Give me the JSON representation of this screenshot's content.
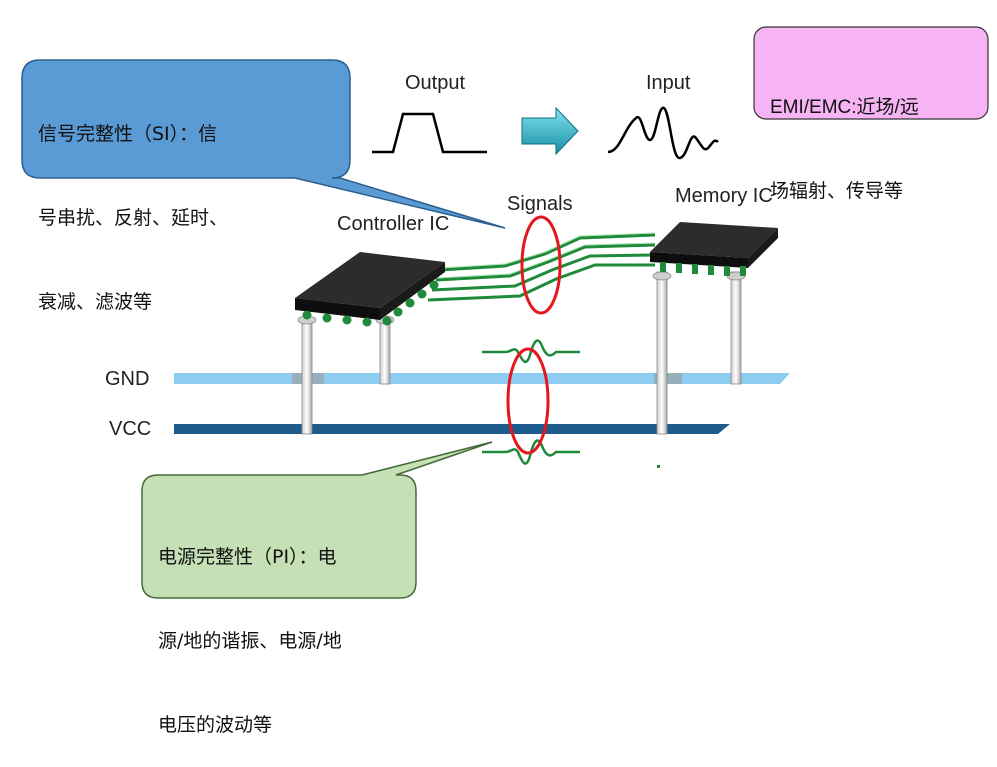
{
  "callouts": {
    "si": "信号完整性（SI）：信号串扰、反射、延时、衰减、滤波等",
    "si_lines": [
      "信号完整性（SI）：信",
      "号串扰、反射、延时、",
      "衰减、滤波等"
    ],
    "emi_lines": [
      "EMI/EMC:近场/远",
      "场辐射、传导等"
    ],
    "pi_lines": [
      "电源完整性（PI）：电",
      "源/地的谐振、电源/地",
      "电压的波动等"
    ]
  },
  "labels": {
    "output": "Output",
    "input": "Input",
    "signals": "Signals",
    "controller": "Controller IC",
    "memory": "Memory IC",
    "gnd": "GND",
    "vcc": "VCC"
  },
  "colors": {
    "si_box": "#5b9bd5",
    "emi_box": "#f7b4f5",
    "pi_box": "#c5e0b4",
    "gnd_plane": "#8ecdf2",
    "vcc_plane": "#1d5b8c",
    "trace": "#1f8a3a",
    "ellipse": "#e5161c",
    "chip": "#151515"
  }
}
